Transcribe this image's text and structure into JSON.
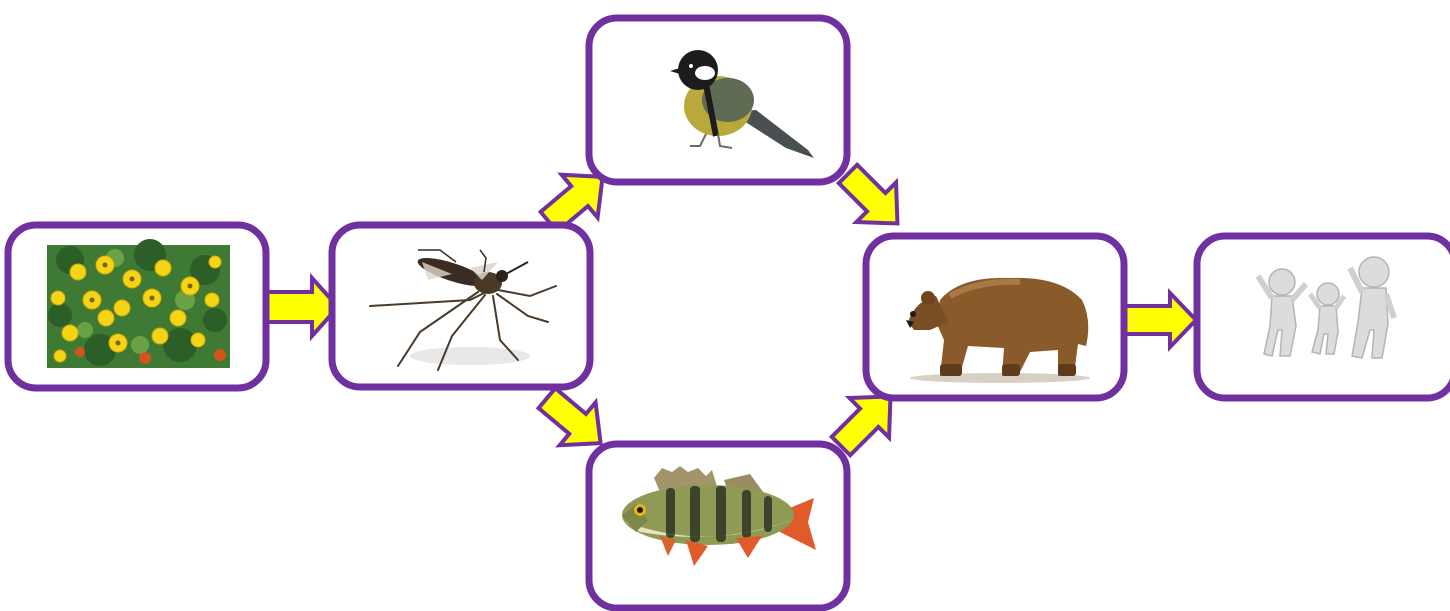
{
  "diagram": {
    "type": "food-chain",
    "colors": {
      "frame": "#7030a0",
      "arrow_fill": "#ffff00",
      "background": "#ffffff"
    },
    "nodes": [
      {
        "id": "flowers",
        "icon": "flowers-image"
      },
      {
        "id": "mosquito",
        "icon": "mosquito-image"
      },
      {
        "id": "bird",
        "icon": "tit-bird-image"
      },
      {
        "id": "fish",
        "icon": "perch-fish-image"
      },
      {
        "id": "bear",
        "icon": "brown-bear-image"
      },
      {
        "id": "people",
        "icon": "people-figures-image"
      }
    ],
    "edges": [
      {
        "from": "flowers",
        "to": "mosquito"
      },
      {
        "from": "mosquito",
        "to": "bird"
      },
      {
        "from": "mosquito",
        "to": "fish"
      },
      {
        "from": "bird",
        "to": "bear"
      },
      {
        "from": "fish",
        "to": "bear"
      },
      {
        "from": "bear",
        "to": "people"
      }
    ]
  }
}
